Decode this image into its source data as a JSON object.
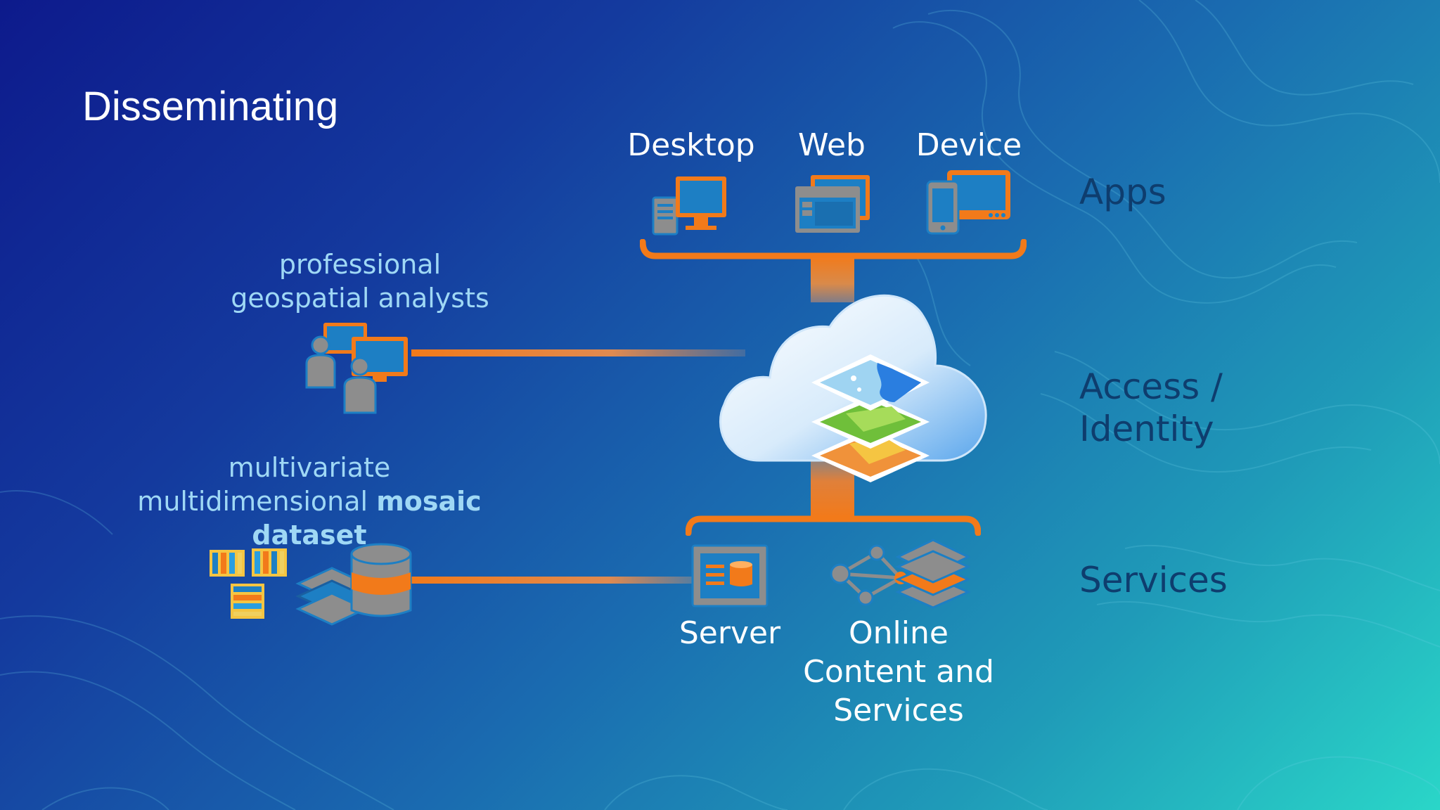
{
  "slide": {
    "title": "Disseminating"
  },
  "apps": {
    "items": [
      {
        "label": "Desktop",
        "icon": "desktop-icon"
      },
      {
        "label": "Web",
        "icon": "web-icon"
      },
      {
        "label": "Device",
        "icon": "device-icon"
      }
    ]
  },
  "rows": {
    "apps": "Apps",
    "access_line1": "Access /",
    "access_line2": "Identity",
    "services": "Services"
  },
  "users": {
    "line1": "professional",
    "line2": "geospatial analysts",
    "icon": "analysts-icon"
  },
  "data": {
    "line1": "multivariate",
    "line2_normal": "multidimensional ",
    "line2_bold": "mosaic",
    "line3": "dataset",
    "icon": "mosaic-dataset-icon"
  },
  "services": {
    "server": "Server",
    "online_line1": "Online",
    "online_line2": "Content and",
    "online_line3": "Services"
  },
  "colors": {
    "accent": "#f27a1a",
    "icon_gray": "#8d8d8d",
    "icon_blue": "#1d7fc4",
    "light_text": "#9fd8f5",
    "dark_text": "#0e3d6e"
  }
}
